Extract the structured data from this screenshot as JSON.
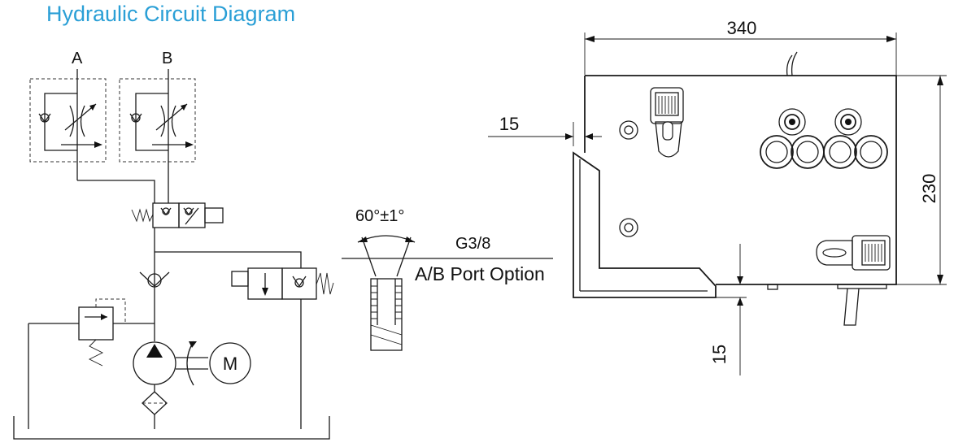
{
  "title": "Hydraulic Circuit Diagram",
  "circuit": {
    "port_a": "A",
    "port_b": "B",
    "motor": "M"
  },
  "port_detail": {
    "angle": "60°±1°",
    "thread": "G3/8",
    "option": "A/B Port Option"
  },
  "dimensions": {
    "width": "340",
    "height": "230",
    "left_offset": "15",
    "bottom_offset": "15"
  },
  "colors": {
    "title": "#2a9fd6",
    "line": "#1a1a1a"
  }
}
